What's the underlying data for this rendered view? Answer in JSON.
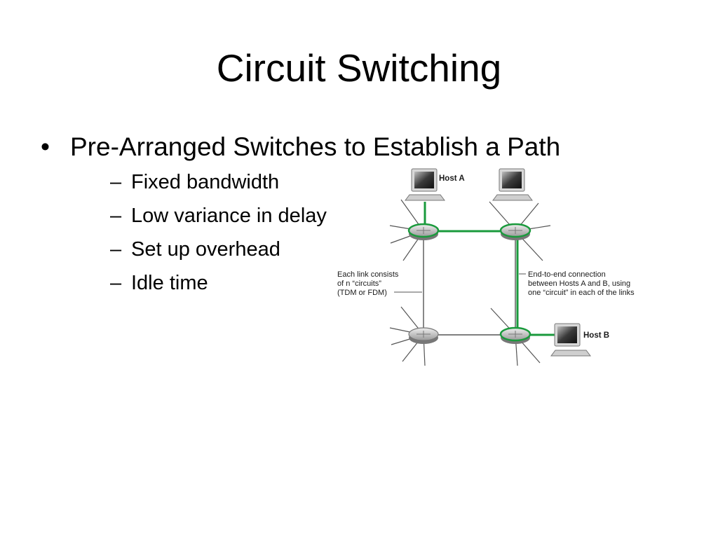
{
  "slide": {
    "title": "Circuit Switching",
    "bullet": "Pre-Arranged Switches to Establish a Path",
    "bullet_marker": "•",
    "sub_marker": "–",
    "sub_bullets": [
      "Fixed bandwidth",
      "Low variance in delay",
      "Set up overhead",
      "Idle time"
    ]
  },
  "diagram": {
    "host_a": "Host A",
    "host_b": "Host B",
    "left_note": [
      "Each link consists",
      "of n “circuits”",
      "(TDM or FDM)"
    ],
    "right_note": [
      "End-to-end connection",
      "between Hosts A and B, using",
      "one “circuit” in each of the links"
    ],
    "colors": {
      "circuit": "#1a9a3c",
      "link": "#555555",
      "switch": "#c8c8c8"
    }
  }
}
